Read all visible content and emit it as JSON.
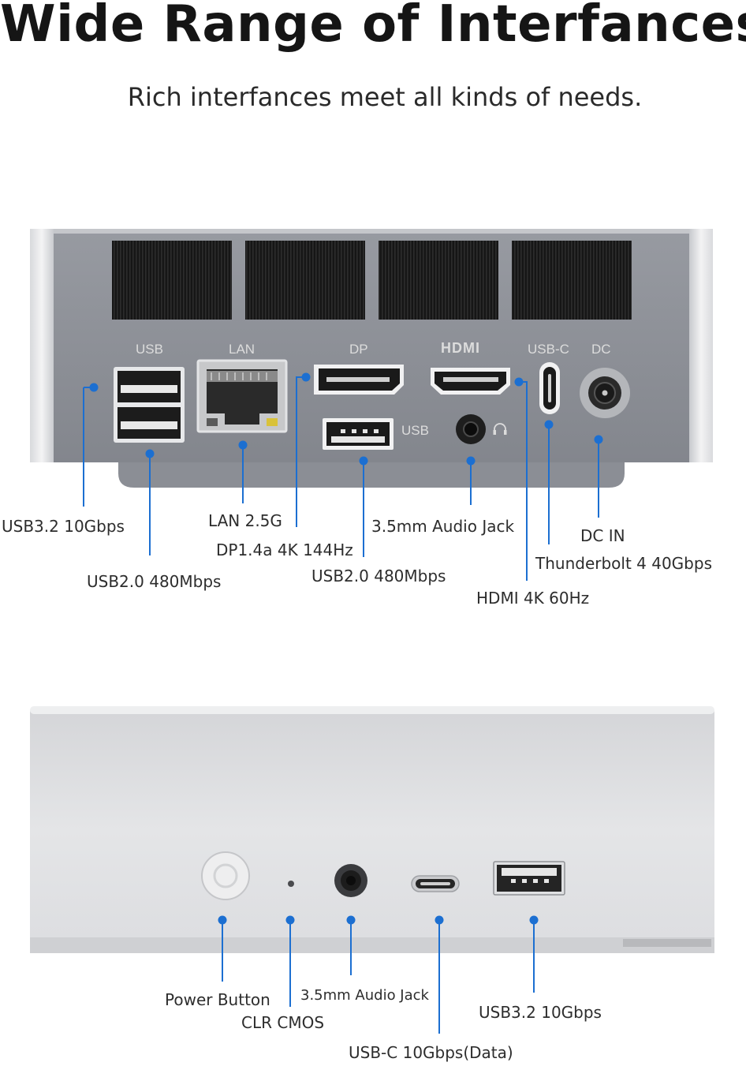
{
  "title": "Wide Range of Interfances",
  "subtitle": "Rich interfances meet all kinds of needs.",
  "rear_panel": {
    "port_labels": {
      "usb": "USB",
      "lan": "LAN",
      "dp": "DP",
      "hdmi": "HDMI",
      "usb_c": "USB-C",
      "dc": "DC",
      "usb_lower": "USB"
    },
    "callouts": {
      "usb32": "USB3.2 10Gbps",
      "usb20_left": "USB2.0 480Mbps",
      "lan": "LAN 2.5G",
      "dp": "DP1.4a 4K 144Hz",
      "usb20_mid": "USB2.0 480Mbps",
      "audio": "3.5mm Audio Jack",
      "hdmi": "HDMI 4K 60Hz",
      "thunderbolt": "Thunderbolt 4 40Gbps",
      "dc_in": "DC IN"
    }
  },
  "front_panel": {
    "callouts": {
      "power": "Power Button",
      "clr_cmos": "CLR CMOS",
      "audio": "3.5mm Audio Jack",
      "usb_c": "USB-C 10Gbps(Data)",
      "usb32": "USB3.2 10Gbps"
    }
  },
  "colors": {
    "callout_line": "#1c6fd1",
    "rear_body": "#8d9097",
    "front_body": "#e3e4e6"
  },
  "icons": [
    "headphone-icon"
  ]
}
